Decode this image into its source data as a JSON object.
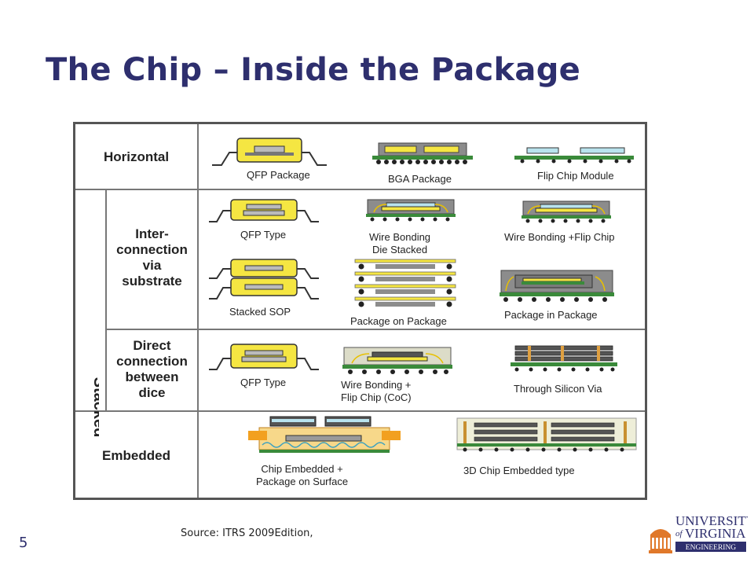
{
  "slide": {
    "title": "The Chip – Inside the Package",
    "page_number": "5",
    "source": "Source: ITRS 2009Edition,"
  },
  "figure": {
    "rows": {
      "horizontal": "Horizontal",
      "stacked_group": "Stacked",
      "interconnection": [
        "Inter-",
        "connection",
        "via",
        "substrate"
      ],
      "direct": [
        "Direct",
        "connection",
        "between",
        "dice"
      ],
      "embedded": "Embedded"
    },
    "captions": {
      "qfp_package": "QFP Package",
      "bga_package": "BGA Package",
      "flip_chip_module": "Flip Chip Module",
      "qfp_type_1": "QFP Type",
      "wire_bonding_die_stacked": [
        "Wire Bonding",
        "Die Stacked"
      ],
      "wire_bonding_flip_chip": "Wire Bonding +Flip Chip",
      "stacked_sop": "Stacked SOP",
      "package_on_package": "Package on Package",
      "package_in_package": "Package in Package",
      "qfp_type_2": "QFP Type",
      "wire_bonding_coc": [
        "Wire Bonding +",
        "Flip Chip (CoC)"
      ],
      "through_silicon_via": "Through Silicon Via",
      "chip_embedded_surface": [
        "Chip Embedded +",
        "Package on Surface"
      ],
      "chip_3d_embedded": "3D Chip Embedded type"
    }
  },
  "logo": {
    "line1": "UNIVERSITY",
    "of": "of",
    "line2": "VIRGINIA",
    "line3": "ENGINEERING"
  },
  "colors": {
    "title": "#2e2f6e",
    "chip_yellow": "#f5e642",
    "substrate_green": "#3a8a3a",
    "mold_gray": "#8c8c8c",
    "logo_orange": "#e0782a"
  }
}
